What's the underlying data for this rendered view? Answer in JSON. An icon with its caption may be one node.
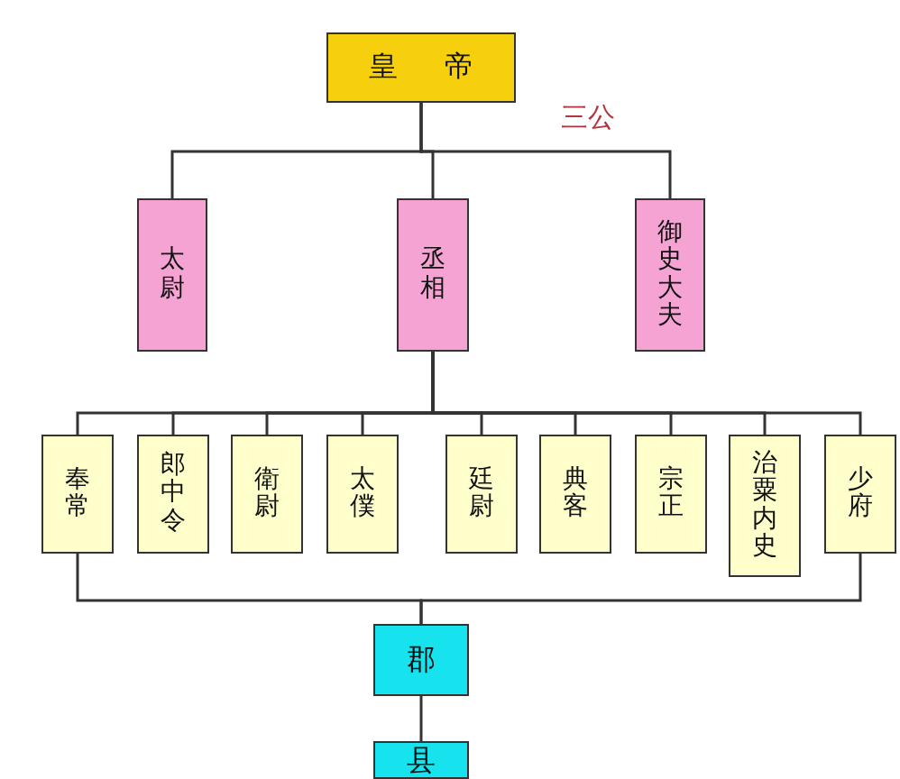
{
  "diagram": {
    "nodes": [
      {
        "text": [
          "皇帝"
        ]
      },
      {
        "text": [
          "太尉"
        ]
      },
      {
        "text": [
          "丞相"
        ]
      },
      {
        "text": [
          "御史大夫"
        ]
      },
      {
        "text": [
          "奉常"
        ]
      },
      {
        "text": [
          "郎中令"
        ]
      },
      {
        "text": [
          "衛尉"
        ]
      },
      {
        "text": [
          "太僕"
        ]
      },
      {
        "text": [
          "廷尉"
        ]
      },
      {
        "text": [
          "典客"
        ]
      },
      {
        "text": [
          "宗正"
        ]
      },
      {
        "text": [
          "治粟内史"
        ]
      },
      {
        "text": [
          "少府"
        ]
      },
      {
        "text": [
          "郡"
        ]
      },
      {
        "text": [
          "县"
        ]
      }
    ],
    "edges": [
      {
        "from": 0,
        "to": 1,
        "arrow": "none"
      },
      {
        "from": 0,
        "to": 2,
        "arrow": "none"
      },
      {
        "from": 0,
        "to": 3,
        "arrow": "none"
      },
      {
        "from": 2,
        "to": 4,
        "arrow": "none"
      },
      {
        "from": 2,
        "to": 5,
        "arrow": "none"
      },
      {
        "from": 2,
        "to": 6,
        "arrow": "none"
      },
      {
        "from": 2,
        "to": 7,
        "arrow": "none"
      },
      {
        "from": 2,
        "to": 8,
        "arrow": "none"
      },
      {
        "from": 2,
        "to": 9,
        "arrow": "none"
      },
      {
        "from": 2,
        "to": 10,
        "arrow": "none"
      },
      {
        "from": 2,
        "to": 11,
        "arrow": "none"
      },
      {
        "from": 2,
        "to": 12,
        "arrow": "none"
      },
      {
        "from": 4,
        "to": 13,
        "arrow": "none"
      },
      {
        "from": 12,
        "to": 13,
        "arrow": "none"
      },
      {
        "from": 13,
        "to": 14,
        "arrow": "none"
      }
    ],
    "labels": [
      "三公"
    ]
  }
}
